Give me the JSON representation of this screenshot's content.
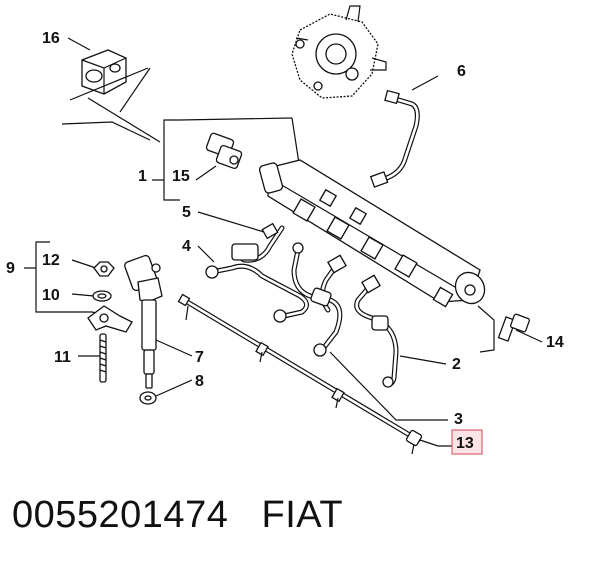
{
  "callouts": {
    "c16": "16",
    "c6": "6",
    "c1": "1",
    "c15": "15",
    "c5": "5",
    "c4": "4",
    "c9": "9",
    "c12": "12",
    "c10": "10",
    "c11": "11",
    "c7": "7",
    "c8": "8",
    "c3": "3",
    "c13": "13",
    "c2": "2",
    "c14": "14"
  },
  "highlight_color": "#e0606f",
  "caption": {
    "part_number": "0055201474",
    "brand": "FIAT"
  }
}
